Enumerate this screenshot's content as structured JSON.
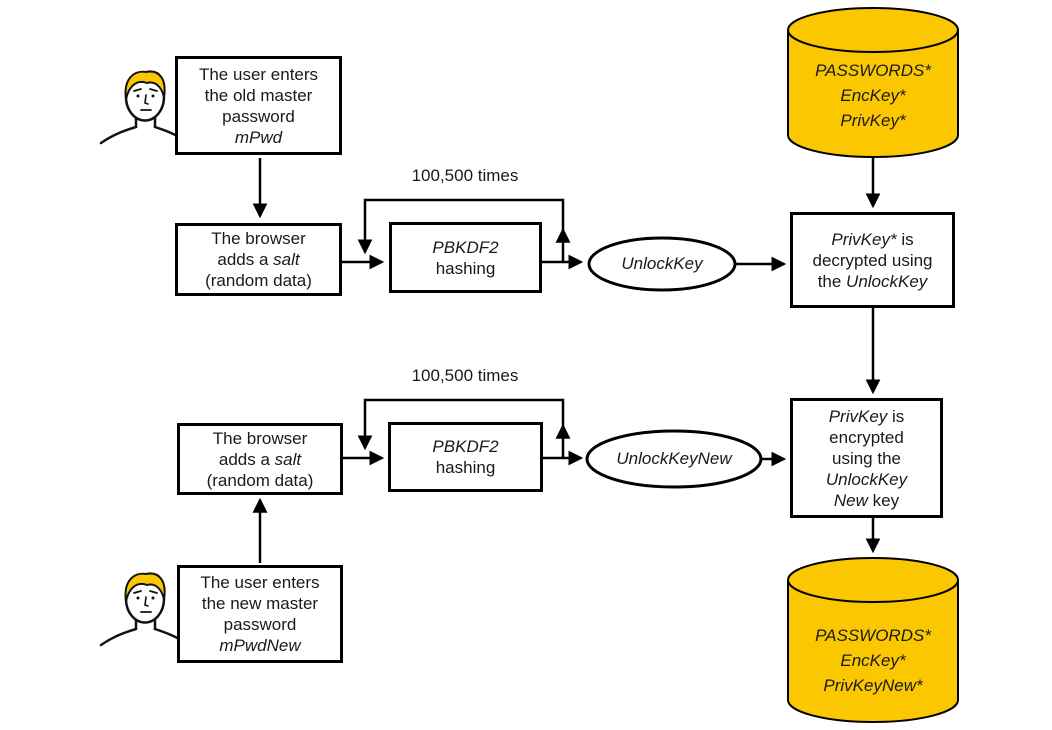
{
  "colors": {
    "accent_yellow": "#FBC700",
    "line_black": "#000000",
    "text": "#1a1a1a",
    "background": "#ffffff"
  },
  "icons": {
    "user": "person-icon",
    "database": "cylinder-database-icon",
    "arrowhead": "triangle-arrowhead-icon"
  },
  "nodes": {
    "user_old": {
      "line1": "The user enters",
      "line2": "the old master",
      "line3": "password",
      "line4": "mPwd"
    },
    "salt": {
      "line1": "The browser",
      "line2_pre": "adds a ",
      "line2_italic": "salt",
      "line3": "(random data)"
    },
    "pbkdf2": {
      "line1": "PBKDF2",
      "line2": "hashing"
    },
    "loop_label": "100,500 times",
    "unlock_key": "UnlockKey",
    "unlock_key_new": "UnlockKeyNew",
    "decrypt": {
      "line1_italic": "PrivKey*",
      "line1_rest": " is",
      "line2": "decrypted using",
      "line3_pre": "the ",
      "line3_italic": "UnlockKey"
    },
    "encrypt": {
      "line1_italic": "PrivKey",
      "line1_rest": " is",
      "line2": "encrypted",
      "line3": "using the",
      "line4_italic": "UnlockKey",
      "line5_italic": "New",
      "line5_rest": " key"
    },
    "db_top": {
      "line1": "PASSWORDS*",
      "line2": "EncKey*",
      "line3": "PrivKey*"
    },
    "db_bottom": {
      "line1": "PASSWORDS*",
      "line2": "EncKey*",
      "line3": "PrivKeyNew*"
    },
    "user_new": {
      "line1": "The user enters",
      "line2": "the new master",
      "line3": "password",
      "line4": "mPwdNew"
    }
  }
}
